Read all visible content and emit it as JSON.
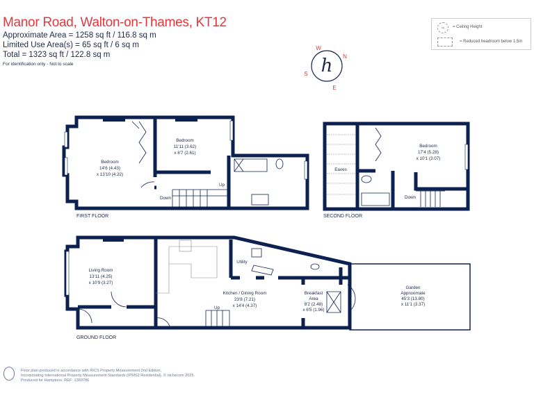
{
  "header": {
    "title": "Manor Road, Walton-on-Thames, KT12",
    "approx_area": "Approximate Area = 1258 sq ft / 116.8 sq m",
    "limited_use": "Limited Use Area(s) = 65 sq ft / 6 sq m",
    "total": "Total = 1323 sq ft / 122.8 sq m",
    "note": "For identification only - Not to scale"
  },
  "legend": {
    "ceiling_symbol": "CH",
    "ceiling_height": "= Ceiling Height",
    "reduced_headroom": "= Reduced headroom below 1.5m"
  },
  "compass": {
    "n": "N",
    "s": "S",
    "e": "E",
    "w": "W",
    "logo": "h"
  },
  "colors": {
    "wall": "#0d2150",
    "accent": "#e0393e"
  },
  "first_floor": {
    "label": "FIRST FLOOR",
    "rooms": [
      {
        "name": "Bedroom",
        "dim1": "14'6 (4.43)",
        "dim2": "x 13'10 (4.22)"
      },
      {
        "name": "Bedroom",
        "dim1": "11'11 (3.62)",
        "dim2": "x 8'7 (2.61)"
      }
    ],
    "down": "Down",
    "up": "Up"
  },
  "second_floor": {
    "label": "SECOND FLOOR",
    "rooms": [
      {
        "name": "Bedroom",
        "dim1": "17'4 (5.28)",
        "dim2": "x 10'1 (3.07)"
      }
    ],
    "eaves": "Eaves",
    "down": "Down"
  },
  "ground_floor": {
    "label": "GROUND FLOOR",
    "rooms": [
      {
        "name": "Living Room",
        "dim1": "13'11 (4.25)",
        "dim2": "x 10'9 (3.27)"
      },
      {
        "name": "Kitchen / Dining Room",
        "dim1": "23'8 (7.21)",
        "dim2": "x 14'4 (4.37)"
      },
      {
        "name": "Breakfast",
        "name2": "Area",
        "dim1": "8'2 (2.48)",
        "dim2": "x 6'5 (1.96)"
      },
      {
        "name": "Garden",
        "name2": "Approximate",
        "dim1": "45'3 (13.80)",
        "dim2": "x 11'1 (3.37)"
      }
    ],
    "utility": "Utility",
    "up": "Up"
  },
  "footer": {
    "line1": "Floor plan produced in accordance with RICS Property Measurement 2nd Edition,",
    "line2": "Incorporating International Property Measurement Standards (IPMS2 Residential).   © nichecom 2025.",
    "line3": "Produced for Hamptons.   REF: 1369786"
  }
}
